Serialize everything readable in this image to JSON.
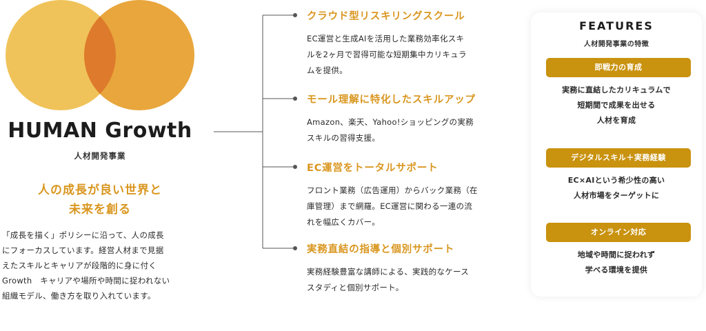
{
  "brand": {
    "name": "HUMAN Growth",
    "subtitle": "人材開発事業",
    "tagline": [
      "人の成長が良い世界と",
      "未来を創る"
    ],
    "description": [
      "「成長を描く」ポリシーに沿って、人の成長",
      "にフォーカスしています。経営人材まで見据",
      "えたスキルとキャリアが段階的に身に付く",
      "Growth　キャリアや場所や時間に捉われない",
      "組織モデル、働き方を取り入れています。"
    ]
  },
  "colors": {
    "circle_left": "#f0c35a",
    "circle_right": "#e8a63c",
    "circle_overlap": "#de7a2c",
    "accent": "#d9961f",
    "pill": "#c9920f"
  },
  "services": [
    {
      "title": "クラウド型リスキリングスクール",
      "description": [
        "EC運営と生成AIを活用した業務効率化スキ",
        "ルを2ヶ月で習得可能な短期集中カリキュラ",
        "ムを提供。"
      ]
    },
    {
      "title": "モール理解に特化したスキルアップ",
      "description": [
        "Amazon、楽天、Yahoo!ショッピングの実務",
        "スキルの習得支援。"
      ]
    },
    {
      "title": "EC運営をトータルサポート",
      "description": [
        "フロント業務（広告運用）からバック業務（在",
        "庫管理）まで網羅。EC運営に関わる一連の流",
        "れを幅広くカバー。"
      ]
    },
    {
      "title": "実務直結の指導と個別サポート",
      "description": [
        "実務経験豊富な講師による、実践的なケース",
        "スタディと個別サポート。"
      ]
    }
  ],
  "features": {
    "title": "FEATURES",
    "subtitle": "人材開発事業の特徴",
    "items": [
      {
        "label": "即戦力の育成",
        "description": [
          "実務に直結したカリキュラムで",
          "短期間で成果を出せる",
          "人材を育成"
        ]
      },
      {
        "label": "デジタルスキル＋実務経験",
        "description": [
          "EC×AIという希少性の高い",
          "人材市場をターゲットに"
        ]
      },
      {
        "label": "オンライン対応",
        "description": [
          "地域や時間に捉われず",
          "学べる環境を提供"
        ]
      }
    ]
  }
}
